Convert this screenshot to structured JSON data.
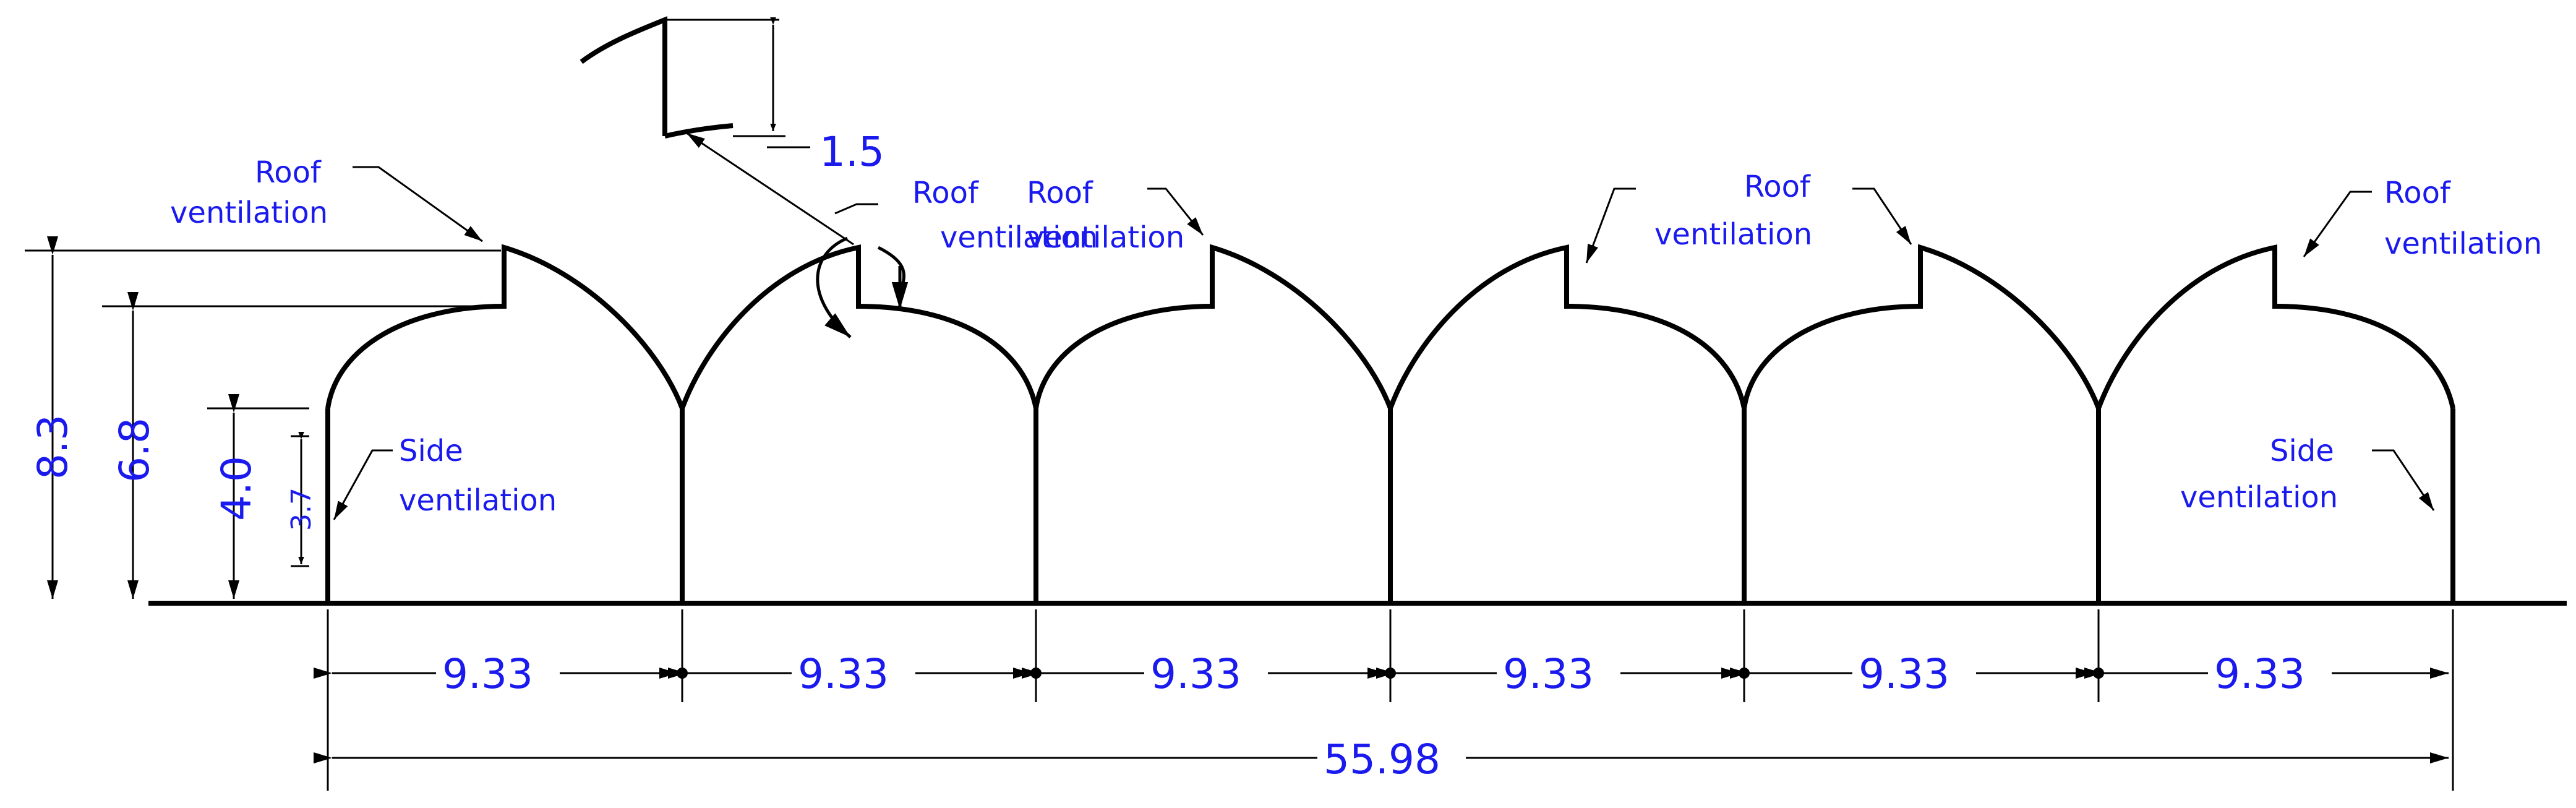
{
  "section_dims": {
    "width": "9.33",
    "total": "55.98"
  },
  "height_dims": {
    "ridge": "8.3",
    "gutter_top": "6.8",
    "wall": "4.0",
    "side_vent": "3.7",
    "vent_opening": "1.5"
  },
  "labels": {
    "roof_line1": "Roof",
    "roof_line2": "ventilation",
    "side_line1": "Side",
    "side_line2": "ventilation"
  },
  "colors": {
    "dimension_text": "#1a1aee",
    "lines": "#000000"
  }
}
